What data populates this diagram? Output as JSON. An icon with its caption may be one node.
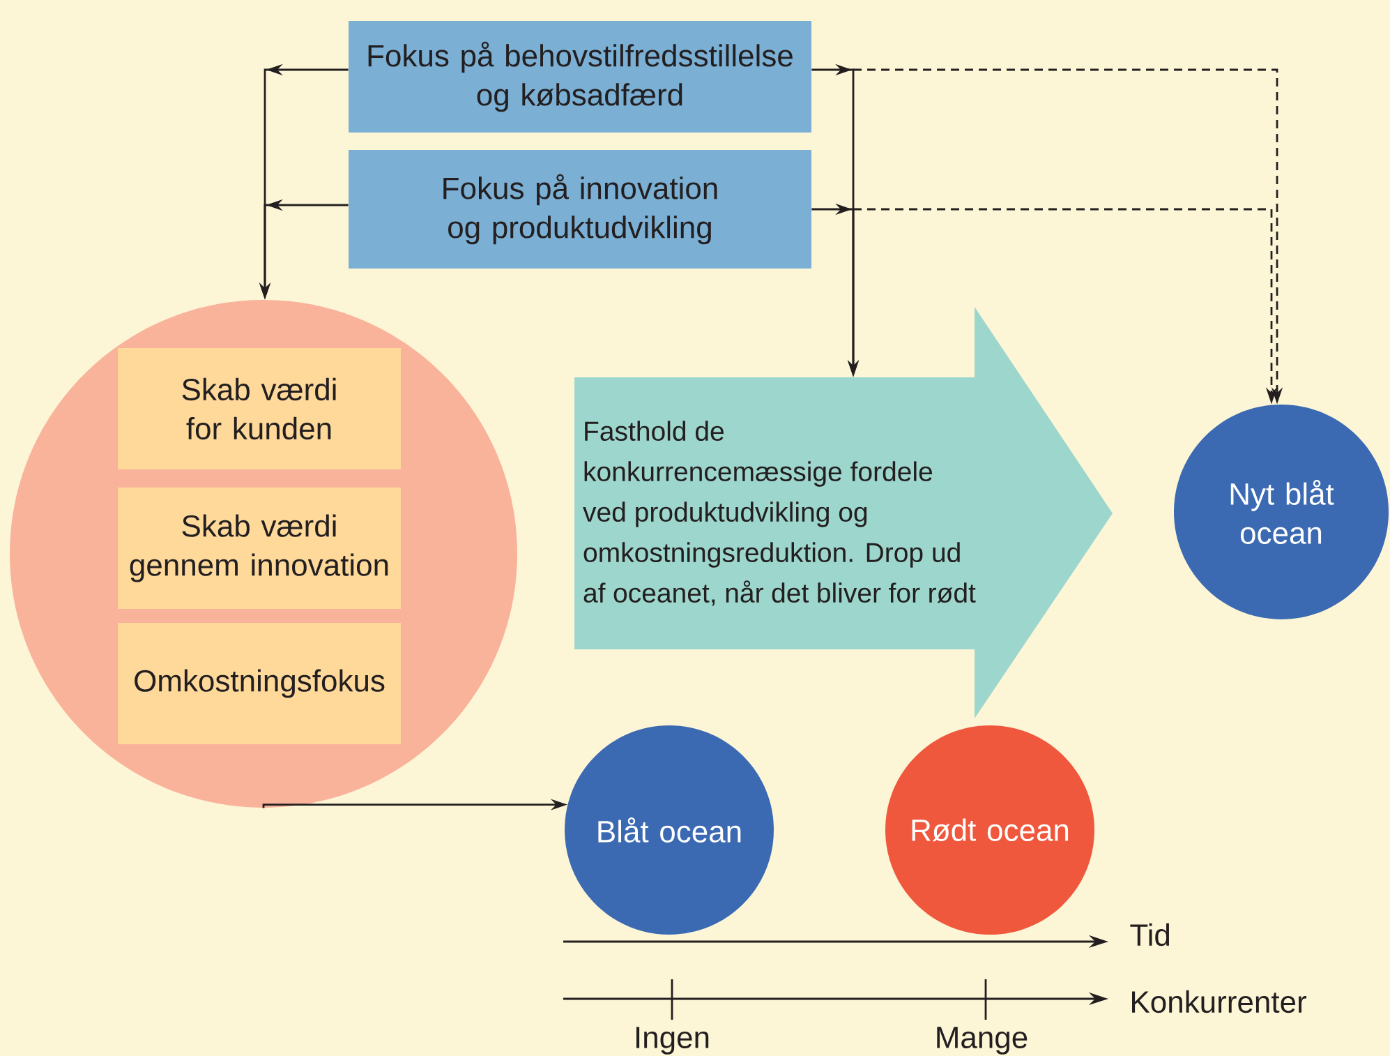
{
  "diagram": {
    "nodes": [
      {
        "text": [
          "Fokus på behovstilfredsstillelse og købsadfærd"
        ]
      },
      {
        "text": [
          "Fokus på innovation og produktudvikling"
        ]
      },
      {
        "text": [],
        "shape": "circle"
      },
      {
        "text": [
          "Skab værdi for kunden"
        ],
        "in": 2
      },
      {
        "text": [
          "Skab værdi gennem innovation"
        ],
        "in": 2
      },
      {
        "text": [
          "Omkostningsfokus"
        ],
        "in": 2
      },
      {
        "text": [
          "Fasthold de konkurrencemæssige fordele ved produktudvikling og omkostningsreduktion. Drop ud af oceanet, når det bliver for rødt"
        ]
      },
      {
        "text": [
          "Nyt blåt ocean"
        ]
      },
      {
        "text": [
          "Blåt ocean"
        ]
      },
      {
        "text": [
          "Rødt ocean"
        ]
      }
    ],
    "edges": [
      {
        "from": 0,
        "to": 2,
        "arrow": "to"
      },
      {
        "from": 1,
        "to": 2,
        "arrow": "to"
      },
      {
        "from": 0,
        "to": 6,
        "arrow": "to"
      },
      {
        "from": 1,
        "to": 6,
        "arrow": "to"
      },
      {
        "from": 0,
        "to": 7,
        "arrow": "to",
        "style": "dashed"
      },
      {
        "from": 1,
        "to": 7,
        "arrow": "to",
        "style": "dashed"
      },
      {
        "from": 2,
        "to": 8,
        "arrow": "to"
      }
    ],
    "labels": [
      "Tid",
      "Konkurrenter",
      "Ingen",
      "Mange"
    ]
  }
}
